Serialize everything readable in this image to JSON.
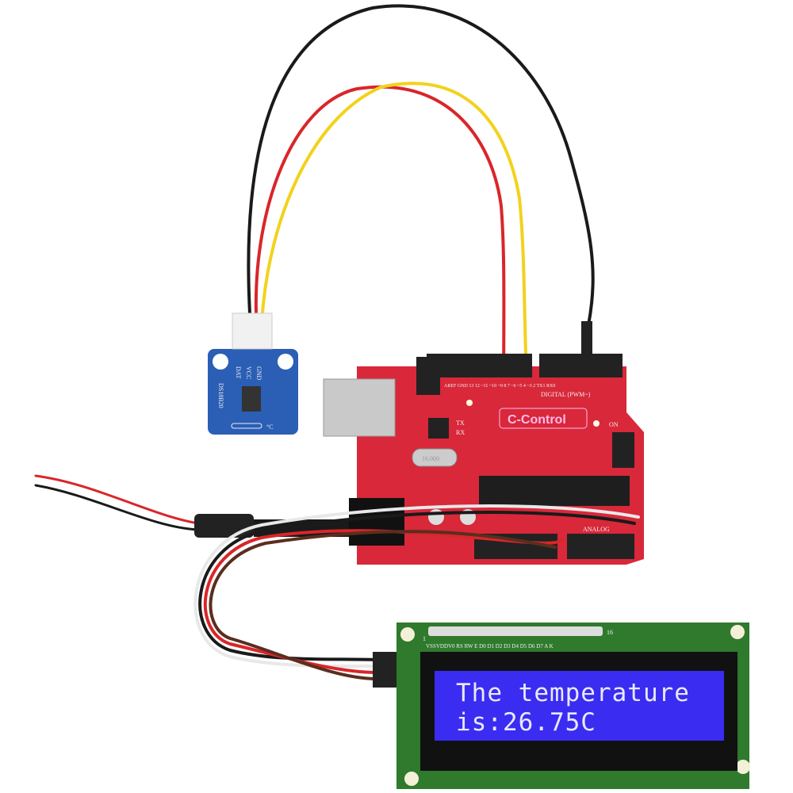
{
  "lcd": {
    "line1": "The temperature",
    "line2": "is:26.75C",
    "pin_labels": "VSSVDDV0 RS RW E  D0 D1 D2 D3 D4 D5 D6 D7  A  K",
    "pin_first": "1",
    "pin_last": "16",
    "backlight_color": "#3a2cf0",
    "pcb_color": "#2f7a2c"
  },
  "arduino": {
    "brand": "C-Control",
    "digital_label": "DIGITAL (PWM~)",
    "analog_label": "ANALOG",
    "on_label": "ON",
    "tx_label": "TX",
    "rx_label": "RX",
    "crystal_label": "16.000",
    "pin_numbers": "AREF GND 13 12 ~11 ~10 ~9 8   7 ~6 ~5 4 ~3 2 TX1 RX0",
    "pcb_color": "#d8283a"
  },
  "sensor": {
    "pins": [
      "DAT",
      "VCC",
      "GND"
    ],
    "chip": "DS18B20",
    "symbol": "°C",
    "pcb_color": "#2b5fb5"
  },
  "wire_colors": {
    "black": "#1a1a1a",
    "red": "#d9262a",
    "yellow": "#f2d21c",
    "white": "#e8e8e8"
  }
}
